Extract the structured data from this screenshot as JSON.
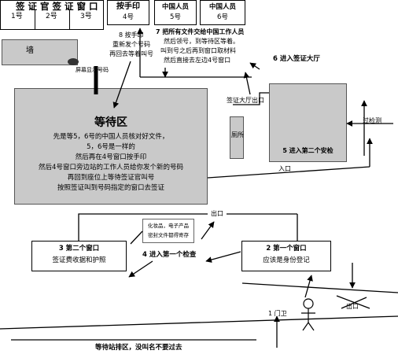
{
  "counter": {
    "title": "签 证 官 签 证 窗 口",
    "windows": [
      "1号",
      "2号",
      "3号"
    ]
  },
  "fingerprint": {
    "title": "按手印",
    "num": "4号"
  },
  "staff5": {
    "title": "中国人员",
    "num": "5号"
  },
  "staff6": {
    "title": "中国人员",
    "num": "6号"
  },
  "wall": "墙",
  "screen_label": "屏幕显示号码",
  "note8": [
    "8 按手印",
    "重新发个号码",
    "再回去等着叫号"
  ],
  "note7": [
    "7 把所有文件交给中国工作人员",
    "然后领号，到等待区等着。",
    "叫到号之后再到窗口取材料",
    "然后直接去左边4号窗口"
  ],
  "step6": "6 进入签证大厅",
  "hall_exit": "签证大厅出口",
  "waiting": {
    "title": "等待区",
    "lines": [
      "先是等5，6号的中国人员核对好文件，",
      "5，6号是一样的",
      "然后再在4号窗口按手印",
      "然后4号窗口旁边站的工作人员给你发个新的号码",
      "再回到座位上等待签证官叫号",
      "按照签证叫到号码指定的窗口去签证"
    ]
  },
  "toilet": "厕所",
  "security2": "5 进入第二个安检",
  "pass_check": "过检测",
  "entrance": "入口",
  "exit_mid": "出口",
  "storage": [
    "化妆品，电子产品",
    "密封文件都得寄存"
  ],
  "step3": [
    "3 第二个窗口",
    "签证费收据和护照"
  ],
  "step4": "4 进入第一个检查",
  "step2": [
    "2 第一个窗口",
    "应该是身份登记"
  ],
  "gate": "1 门卫",
  "exit_bottom": "出口",
  "queue": "等待站排区，没叫名不要过去"
}
